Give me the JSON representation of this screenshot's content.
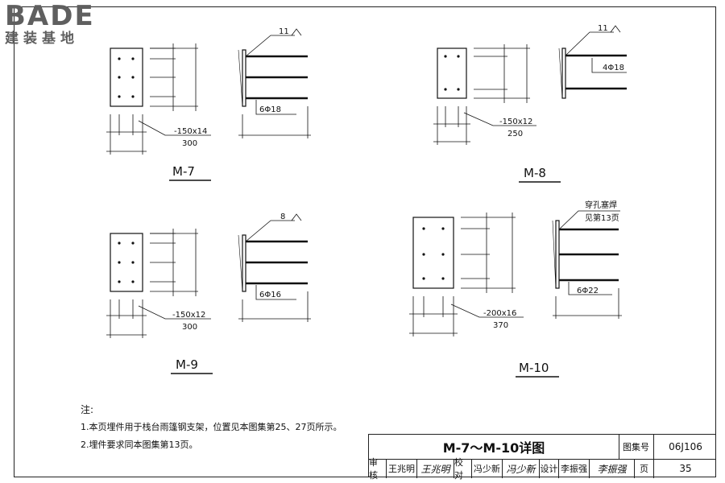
{
  "logo": {
    "latin": "BADE",
    "cjk": "建装基地"
  },
  "labels": {
    "m7": "M-7",
    "m8": "M-8",
    "m9": "M-9",
    "m10": "M-10"
  },
  "details": {
    "m7": {
      "plate": "-150x14",
      "width": "300",
      "weld": "11",
      "bars": "6Φ18"
    },
    "m8": {
      "plate": "-150x12",
      "width": "250",
      "weld": "11",
      "bars": "4Φ18"
    },
    "m9": {
      "plate": "-150x12",
      "width": "300",
      "weld": "8",
      "bars": "6Φ16"
    },
    "m10": {
      "plate": "-200x16",
      "width": "370",
      "weld_note_1": "穿孔塞焊",
      "weld_note_2": "见第13页",
      "bars": "6Φ22"
    }
  },
  "notes": {
    "heading": "注:",
    "items": [
      "1.本页埋件用于栈台雨篷钢支架，位置见本图集第25、27页所示。",
      "2.埋件要求同本图集第13页。"
    ]
  },
  "title_block": {
    "title": "M-7～M-10详图",
    "atlas_label": "图集号",
    "atlas_no": "06J106",
    "review_label": "审核",
    "reviewer": "王兆明",
    "reviewer_sig": "王兆明",
    "check_label": "校对",
    "checker": "冯少新",
    "checker_sig": "冯少新",
    "design_label": "设计",
    "designer": "李振强",
    "designer_sig": "李振强",
    "page_label": "页",
    "page_no": "35"
  }
}
